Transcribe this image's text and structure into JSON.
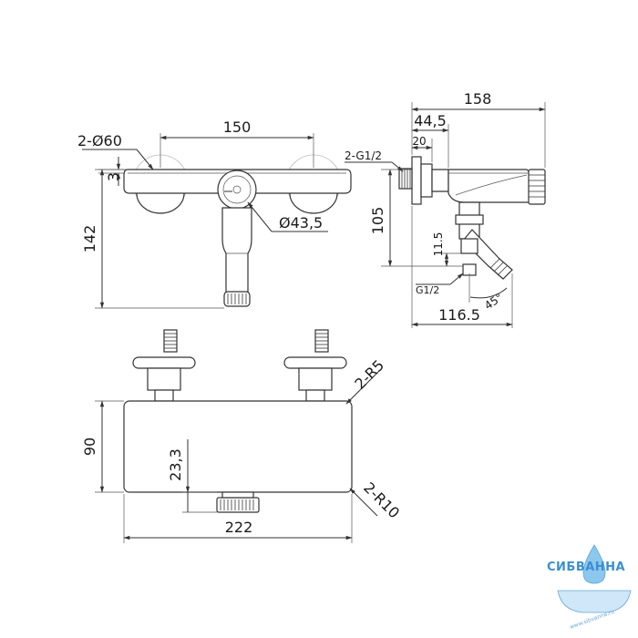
{
  "front_view": {
    "dim_width": "150",
    "dim_inlets": "2-Ø60",
    "dim_offset": "3",
    "dim_height": "142",
    "dim_knob": "Ø43,5"
  },
  "side_view": {
    "dim_total": "158",
    "dim_body": "44,5",
    "dim_flange": "20",
    "dim_thread_top": "2-G1/2",
    "dim_height": "105",
    "dim_outlet": "11.5",
    "dim_thread_bottom": "G1/2",
    "dim_angle": "45°",
    "dim_depth": "116.5"
  },
  "top_view": {
    "dim_r_top": "2-R5",
    "dim_height": "90",
    "dim_spout": "23,3",
    "dim_r_bottom": "2-R10",
    "dim_width": "222"
  },
  "watermark": {
    "brand": "СИБВАННА",
    "url": "www.sibvanna.ru"
  }
}
